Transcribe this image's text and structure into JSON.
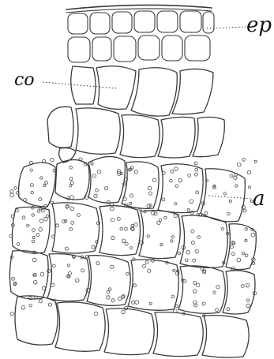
{
  "labels": {
    "epidermis": "ep",
    "collenchyma": "co",
    "assimilating": "a"
  }
}
